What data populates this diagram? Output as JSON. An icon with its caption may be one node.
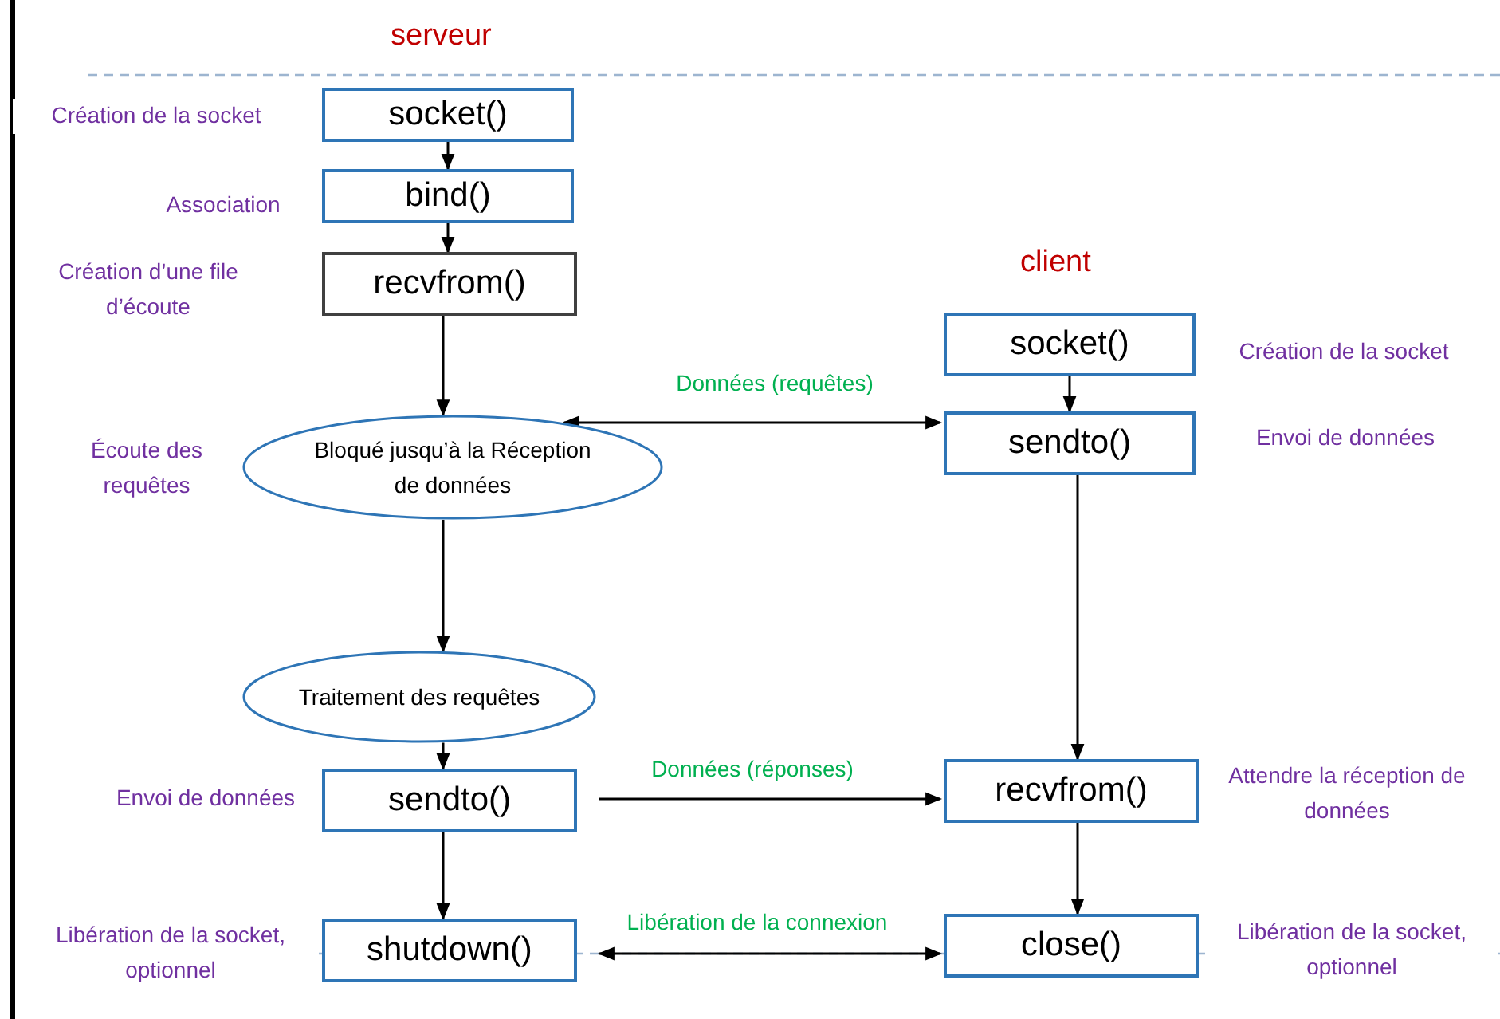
{
  "diagram": {
    "nodes": [
      {
        "text": [
          "socket()"
        ],
        "beside": [
          "Création de la socket"
        ]
      },
      {
        "text": [
          "bind()"
        ],
        "beside": [
          "Association"
        ]
      },
      {
        "text": [
          "recvfrom()"
        ],
        "beside": [
          "Création d’une file d’écoute"
        ]
      },
      {
        "text": [
          "Bloqué jusqu’à la Réception de données"
        ],
        "beside": [
          "Écoute des requêtes"
        ]
      },
      {
        "text": [
          "Traitement des requêtes"
        ]
      },
      {
        "text": [
          "sendto()"
        ],
        "beside": [
          "Envoi de données"
        ]
      },
      {
        "text": [
          "shutdown()"
        ],
        "beside": [
          "Libération de la socket, optionnel"
        ]
      },
      {
        "text": [
          "socket()"
        ],
        "beside": [
          "Création de la socket"
        ]
      },
      {
        "text": [
          "sendto()"
        ],
        "beside": [
          "Envoi de données"
        ]
      },
      {
        "text": [
          "recvfrom()"
        ],
        "beside": [
          "Attendre la réception de données"
        ]
      },
      {
        "text": [
          "close()"
        ],
        "beside": [
          "Libération de la socket, optionnel"
        ]
      }
    ],
    "edges": [
      {
        "from": 0,
        "to": 1,
        "arrow": "to"
      },
      {
        "from": 1,
        "to": 2,
        "arrow": "to"
      },
      {
        "from": 2,
        "to": 3,
        "arrow": "to"
      },
      {
        "from": 3,
        "to": 4,
        "arrow": "to"
      },
      {
        "from": 4,
        "to": 5,
        "arrow": "to"
      },
      {
        "from": 5,
        "to": 6,
        "arrow": "to"
      },
      {
        "from": 7,
        "to": 8,
        "arrow": "to"
      },
      {
        "from": 8,
        "to": 9,
        "arrow": "to"
      },
      {
        "from": 9,
        "to": 10,
        "arrow": "to"
      },
      {
        "from": 3,
        "to": 8,
        "arrow": "both",
        "label": "Données (requêtes)"
      },
      {
        "from": 5,
        "to": 9,
        "arrow": "to",
        "label": "Données (réponses)"
      },
      {
        "from": 6,
        "to": 10,
        "arrow": "both",
        "label": "Libération de la connexion"
      }
    ],
    "labels": [
      "serveur",
      "client"
    ]
  }
}
